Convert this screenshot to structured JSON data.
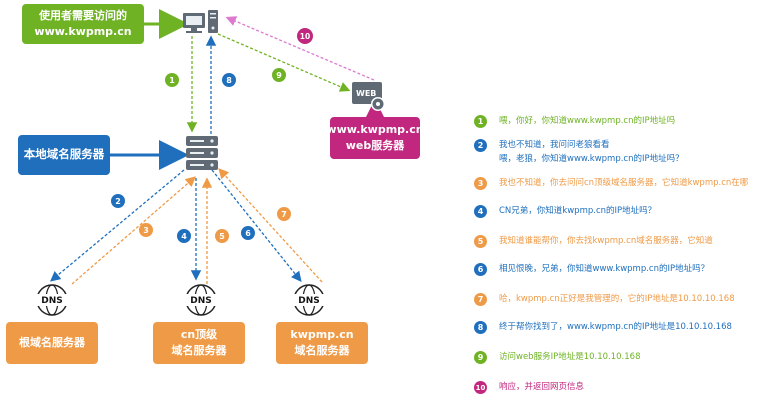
{
  "colors": {
    "green": "#6fb325",
    "blue": "#1f6fbd",
    "orange": "#ef9a46",
    "magenta": "#c2277f",
    "pink_dashed": "#dd7ad0"
  },
  "nodes": {
    "user_box": {
      "line1": "使用者需要访问的",
      "line2": "www.kwpmp.cn"
    },
    "local_dns_box": {
      "label": "本地域名服务器"
    },
    "web_box": {
      "line1": "www.kwpmp.cn",
      "line2": "web服务器"
    },
    "root_box": {
      "label": "根域名服务器"
    },
    "cn_box": {
      "line1": "cn顶级",
      "line2": "域名服务器"
    },
    "kwpmp_box": {
      "line1": "kwpmp.cn",
      "line2": "域名服务器"
    },
    "dns_icon_label": "DNS",
    "web_icon_label": "WEB"
  },
  "step_badges": [
    "1",
    "2",
    "3",
    "4",
    "5",
    "6",
    "7",
    "8",
    "9",
    "10"
  ],
  "legend": [
    {
      "num": "1",
      "color": "#6fb325",
      "text": "喂，你好，你知道www.kwpmp.cn的IP地址吗",
      "text_color": "#6fb325"
    },
    {
      "num": "2",
      "color": "#1f6fbd",
      "text": "我也不知道，我问问老狼看看\n喂，老狼，你知道www.kwpmp.cn的IP地址吗？",
      "text_color": "#1f6fbd"
    },
    {
      "num": "3",
      "color": "#ef9a46",
      "text": "我也不知道，你去问问cn顶级域名服务器，它知道kwpmp.cn在哪",
      "text_color": "#ef9a46"
    },
    {
      "num": "4",
      "color": "#1f6fbd",
      "text": "CN兄弟，你知道kwpmp.cn的IP地址吗？",
      "text_color": "#1f6fbd"
    },
    {
      "num": "5",
      "color": "#ef9a46",
      "text": "我知道谁能帮你，你去找kwpmp.cn域名服务器，它知道",
      "text_color": "#ef9a46"
    },
    {
      "num": "6",
      "color": "#1f6fbd",
      "text": "相见恨晚，兄弟，你知道www.kwpmp.cn的IP地址吗？",
      "text_color": "#1f6fbd"
    },
    {
      "num": "7",
      "color": "#ef9a46",
      "text": "哈，kwpmp.cn正好是我管理的，它的IP地址是10.10.10.168",
      "text_color": "#ef9a46"
    },
    {
      "num": "8",
      "color": "#1f6fbd",
      "text": "终于帮你找到了，www.kwpmp.cn的IP地址是10.10.10.168",
      "text_color": "#1f6fbd"
    },
    {
      "num": "9",
      "color": "#6fb325",
      "text": "访问web服务IP地址是10.10.10.168",
      "text_color": "#6fb325"
    },
    {
      "num": "10",
      "color": "#c2277f",
      "text": "响应，并返回网页信息",
      "text_color": "#c2277f"
    }
  ]
}
